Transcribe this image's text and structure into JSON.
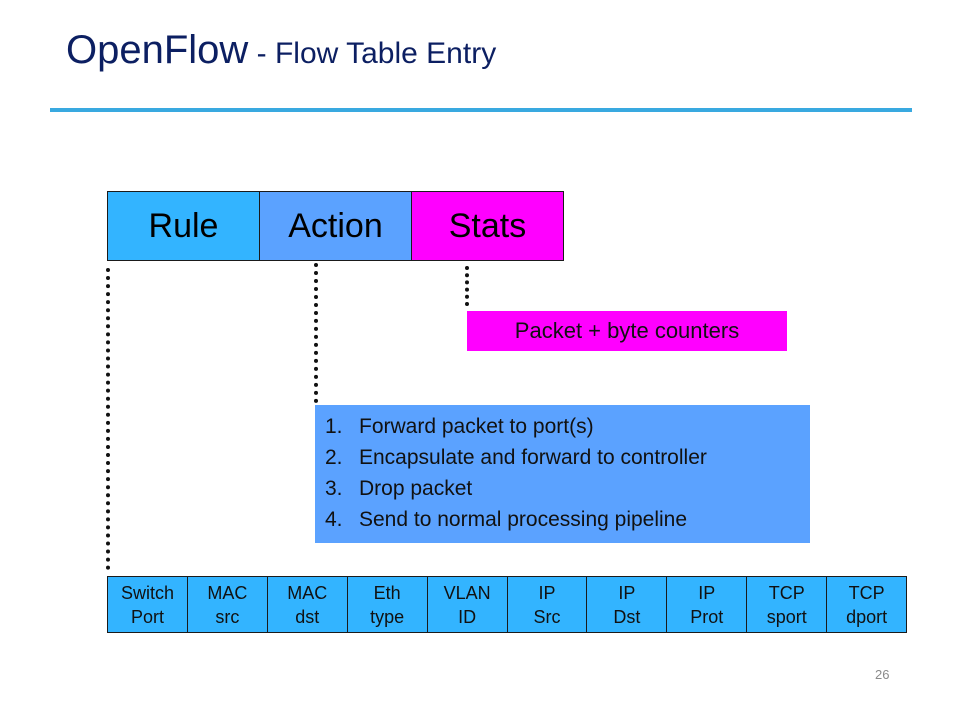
{
  "title": {
    "main": "OpenFlow",
    "separator": " - ",
    "sub": "Flow Table Entry"
  },
  "entry": {
    "rule": "Rule",
    "action": "Action",
    "stats": "Stats"
  },
  "stats_detail": "Packet + byte counters",
  "actions": [
    {
      "num": "1.",
      "text": "Forward packet to port(s)"
    },
    {
      "num": "2.",
      "text": "Encapsulate and forward to controller"
    },
    {
      "num": "3.",
      "text": "Drop packet"
    },
    {
      "num": "4.",
      "text": "Send to normal processing pipeline"
    }
  ],
  "fields": [
    {
      "line1": "Switch",
      "line2": "Port"
    },
    {
      "line1": "MAC",
      "line2": "src"
    },
    {
      "line1": "MAC",
      "line2": "dst"
    },
    {
      "line1": "Eth",
      "line2": "type"
    },
    {
      "line1": "VLAN",
      "line2": "ID"
    },
    {
      "line1": "IP",
      "line2": "Src"
    },
    {
      "line1": "IP",
      "line2": "Dst"
    },
    {
      "line1": "IP",
      "line2": "Prot"
    },
    {
      "line1": "TCP",
      "line2": "sport"
    },
    {
      "line1": "TCP",
      "line2": "dport"
    }
  ],
  "page_number": "26",
  "colors": {
    "title": "#0c1f62",
    "title_rule": "#39a9e0",
    "rule": "#33b4ff",
    "action": "#5ba2ff",
    "stats": "#ff00ff"
  }
}
